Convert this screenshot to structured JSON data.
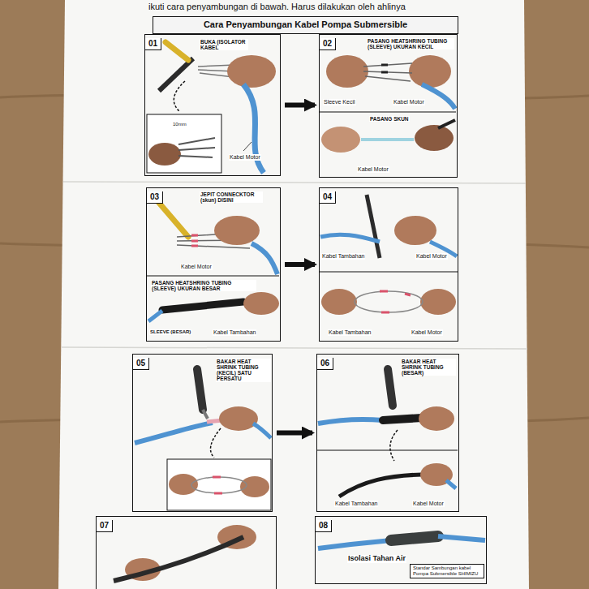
{
  "diagram": {
    "title": "Cara Penyambungan Kabel Pompa Submersible",
    "nodes": [
      {
        "text": [
          "01"
        ]
      },
      {
        "text": [
          "02"
        ]
      },
      {
        "text": [
          "03"
        ]
      },
      {
        "text": [
          "04"
        ]
      },
      {
        "text": [
          "05"
        ]
      },
      {
        "text": [
          "06"
        ]
      },
      {
        "text": [
          "07"
        ]
      },
      {
        "text": [
          "08"
        ]
      },
      {
        "text": [
          "Standar Sambungan kabel Pompa Submersible SHIMIZU"
        ],
        "in": 7
      }
    ],
    "edges": [
      {
        "from": 0,
        "to": 1,
        "arrow": "to"
      },
      {
        "from": 2,
        "to": 3,
        "arrow": "to"
      },
      {
        "from": 4,
        "to": 5,
        "arrow": "to"
      }
    ],
    "labels": [
      "ikuti cara penyambungan di bawah. Harus dilakukan oleh ahlinya",
      "BUKA (ISOLATOR KABEL",
      "10mm",
      "Kabel Motor",
      "PASANG HEATSHRING TUBING (SLEEVE) UKURAN KECIL",
      "Sleeve Kecil",
      "Kabel Motor",
      "PASANG SKUN",
      "Kabel Motor",
      "JEPIT CONNECKTOR (skun) DISINI",
      "Kabel Motor",
      "PASANG HEATSHRING TUBING (SLEEVE) UKURAN BESAR",
      "SLEEVE (BESAR)",
      "Kabel Tambahan",
      "Kabel Tambahan",
      "Kabel Motor",
      "Kabel Tambahan",
      "Kabel Motor",
      "BAKAR HEAT SHRINK TUBING (KECIL) SATU PERSATU",
      "BAKAR HEAT SHRINK TUBING (BESAR)",
      "Kabel Tambahan",
      "Kabel Motor",
      "Isolasi Tahan Air"
    ]
  }
}
